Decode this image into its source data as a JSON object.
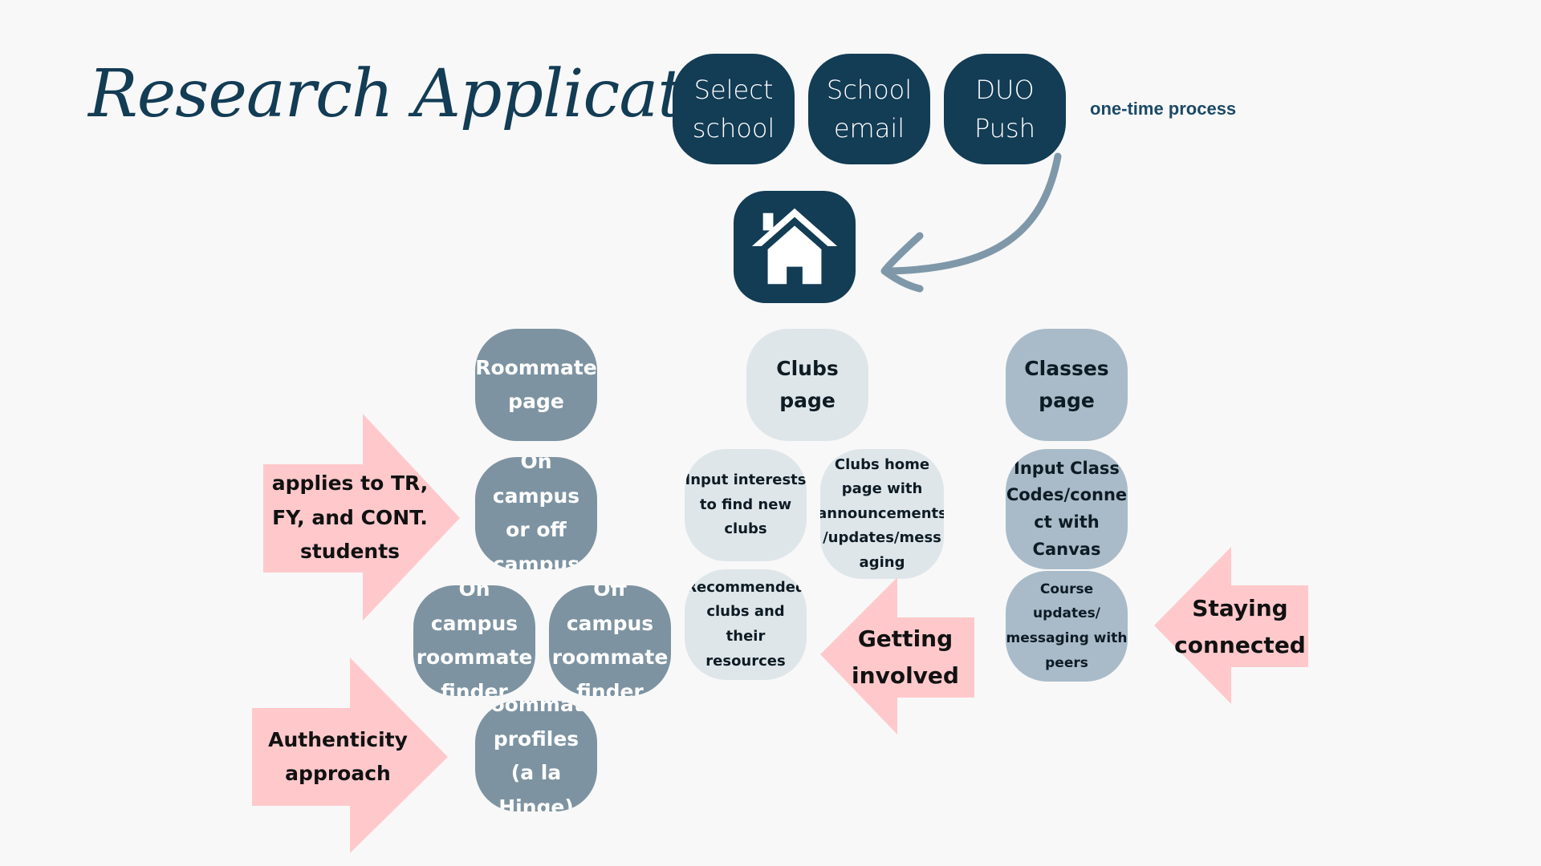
{
  "title": "Research Application",
  "colors": {
    "dark": "#133c55",
    "slate": "#7d93a1",
    "pale": "#dfe6ea",
    "steel": "#a9bbc9",
    "pink": "#ffc9cc",
    "connector": "#7f98a9"
  },
  "onboarding": {
    "steps": [
      {
        "line1": "Select",
        "line2": "school"
      },
      {
        "line1": "School",
        "line2": "email"
      },
      {
        "line1": "DUO",
        "line2": "Push"
      }
    ],
    "note": "one-time process"
  },
  "home": {
    "icon": "home-icon"
  },
  "roommate": {
    "page": {
      "line1": "Roommate",
      "line2": "page"
    },
    "campus_choice": {
      "line1": "On campus",
      "line2": "or off",
      "line3": "campus"
    },
    "on_finder": {
      "line1": "On campus",
      "line2": "roommate",
      "line3": "finder"
    },
    "off_finder": {
      "line1": "Off campus",
      "line2": "roommate",
      "line3": "finder"
    },
    "profiles": {
      "line1": "Roommate",
      "line2": "profiles",
      "line3": "(a la Hinge)"
    }
  },
  "clubs": {
    "page": "Clubs page",
    "interests": {
      "line1": "Input interests",
      "line2": "to find new",
      "line3": "clubs"
    },
    "home": {
      "line1": "Clubs home",
      "line2": "page with",
      "line3": "announcements",
      "line4": "/updates/mess",
      "line5": "aging"
    },
    "recommended": {
      "line1": "Recommended",
      "line2": "clubs and their",
      "line3": "resources"
    }
  },
  "classes": {
    "page": {
      "line1": "Classes",
      "line2": "page"
    },
    "codes": {
      "line1": "Input Class",
      "line2": "Codes/conne",
      "line3": "ct with",
      "line4": "Canvas"
    },
    "updates": {
      "line1": "Course",
      "line2": "updates/",
      "line3": "messaging with",
      "line4": "peers"
    }
  },
  "callouts": {
    "applies": {
      "line1": "applies to TR,",
      "line2": "FY, and CONT.",
      "line3": "students"
    },
    "authenticity": {
      "line1": "Authenticity",
      "line2": "approach"
    },
    "involved": {
      "line1": "Getting",
      "line2": "involved"
    },
    "connected": {
      "line1": "Staying",
      "line2": "connected"
    }
  }
}
